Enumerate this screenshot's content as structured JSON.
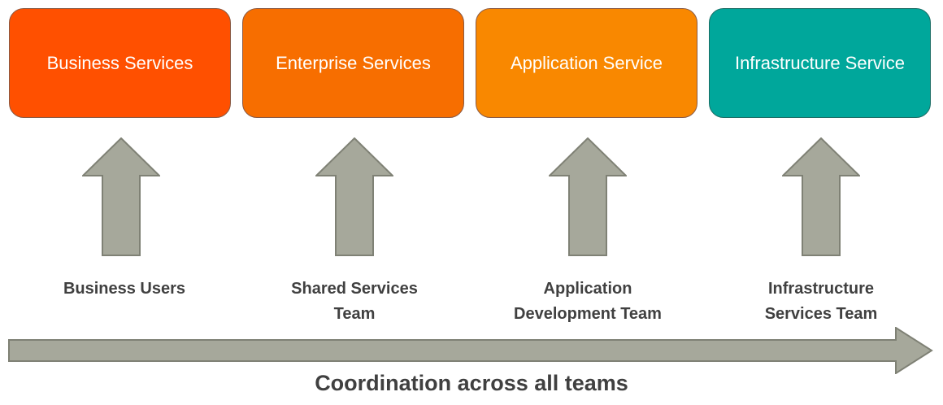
{
  "services": [
    {
      "label": "Business Services",
      "color": "#ff5000"
    },
    {
      "label": "Enterprise Services",
      "color": "#f76e00"
    },
    {
      "label": "Application Service",
      "color": "#f98800"
    },
    {
      "label": "Infrastructure Service",
      "color": "#00a79b"
    }
  ],
  "teams": [
    {
      "label": "Business Users"
    },
    {
      "label": "Shared Services\nTeam"
    },
    {
      "label": "Application\nDevelopment Team"
    },
    {
      "label": "Infrastructure\nServices Team"
    }
  ],
  "coordination": {
    "label": "Coordination across all teams"
  },
  "colors": {
    "arrow_fill": "#a6a89b",
    "arrow_stroke": "#7f8175",
    "text": "#404040"
  }
}
